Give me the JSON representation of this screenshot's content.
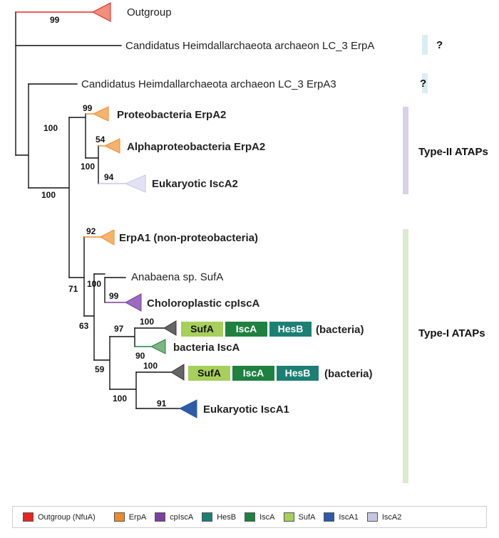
{
  "colors": {
    "outgroup": "#e52521",
    "erpa": "#ef8a2b",
    "cpisca": "#7b3f9e",
    "hesb": "#1d7f73",
    "isca": "#1e8140",
    "sufa": "#a6cf5b",
    "isca1": "#2e5aa8",
    "isca2": "#c6c5e4",
    "collapsed_gray": "#666666",
    "bar_unknown": "#d9eef3",
    "bar_type2": "#d9d2e6",
    "bar_type1": "#dcead0"
  },
  "taxa": {
    "outgroup": "Outgroup",
    "heimdall_erpa": "Candidatus Heimdallarchaeota archaeon LC_3 ErpA",
    "heimdall_erpa3": "Candidatus Heimdallarchaeota archaeon LC_3 ErpA3",
    "proteo_erpa2": "Proteobacteria ErpA2",
    "alpha_erpa2": "Alphaproteobacteria ErpA2",
    "euk_isca2": "Eukaryotic IscA2",
    "erpa1": "ErpA1 (non-proteobacteria)",
    "anabaena": "Anabaena sp. SufA",
    "cpisca": "Choloroplastic cpIscA",
    "bact_isca": "bacteria IscA",
    "euk_isca1": "Eukaryotic IscA1"
  },
  "operon": {
    "genes": [
      "SufA",
      "IscA",
      "HesB"
    ],
    "tag": "(bacteria)"
  },
  "bootstrap": {
    "outgroup": "99",
    "root_inner": "100",
    "type2_clade": "100",
    "proteo": "99",
    "alpha": "54",
    "alpha_isca2": "100",
    "isca2": "94",
    "erpa1": "92",
    "type1_clade": "71",
    "anab_cp": "100",
    "cp": "99",
    "upper_grp": "97",
    "upper_op": "100",
    "bact_isca": "90",
    "bact_grp": "63",
    "lower_grp_outer": "59",
    "lower_grp": "100",
    "lower_op": "100",
    "euk_isca1": "91"
  },
  "side_bars": {
    "unknown_marker": "?",
    "type2": "Type-II ATAPs",
    "type1": "Type-I ATAPs"
  },
  "legend": [
    {
      "label": "Outgroup (NfuA)",
      "color": "#e52521"
    },
    {
      "label": "ErpA",
      "color": "#ef8a2b"
    },
    {
      "label": "cpIscA",
      "color": "#7b3f9e"
    },
    {
      "label": "HesB",
      "color": "#1d7f73"
    },
    {
      "label": "IscA",
      "color": "#1e8140"
    },
    {
      "label": "SufA",
      "color": "#a6cf5b"
    },
    {
      "label": "IscA1",
      "color": "#2e5aa8"
    },
    {
      "label": "IscA2",
      "color": "#c6c5e4"
    }
  ]
}
